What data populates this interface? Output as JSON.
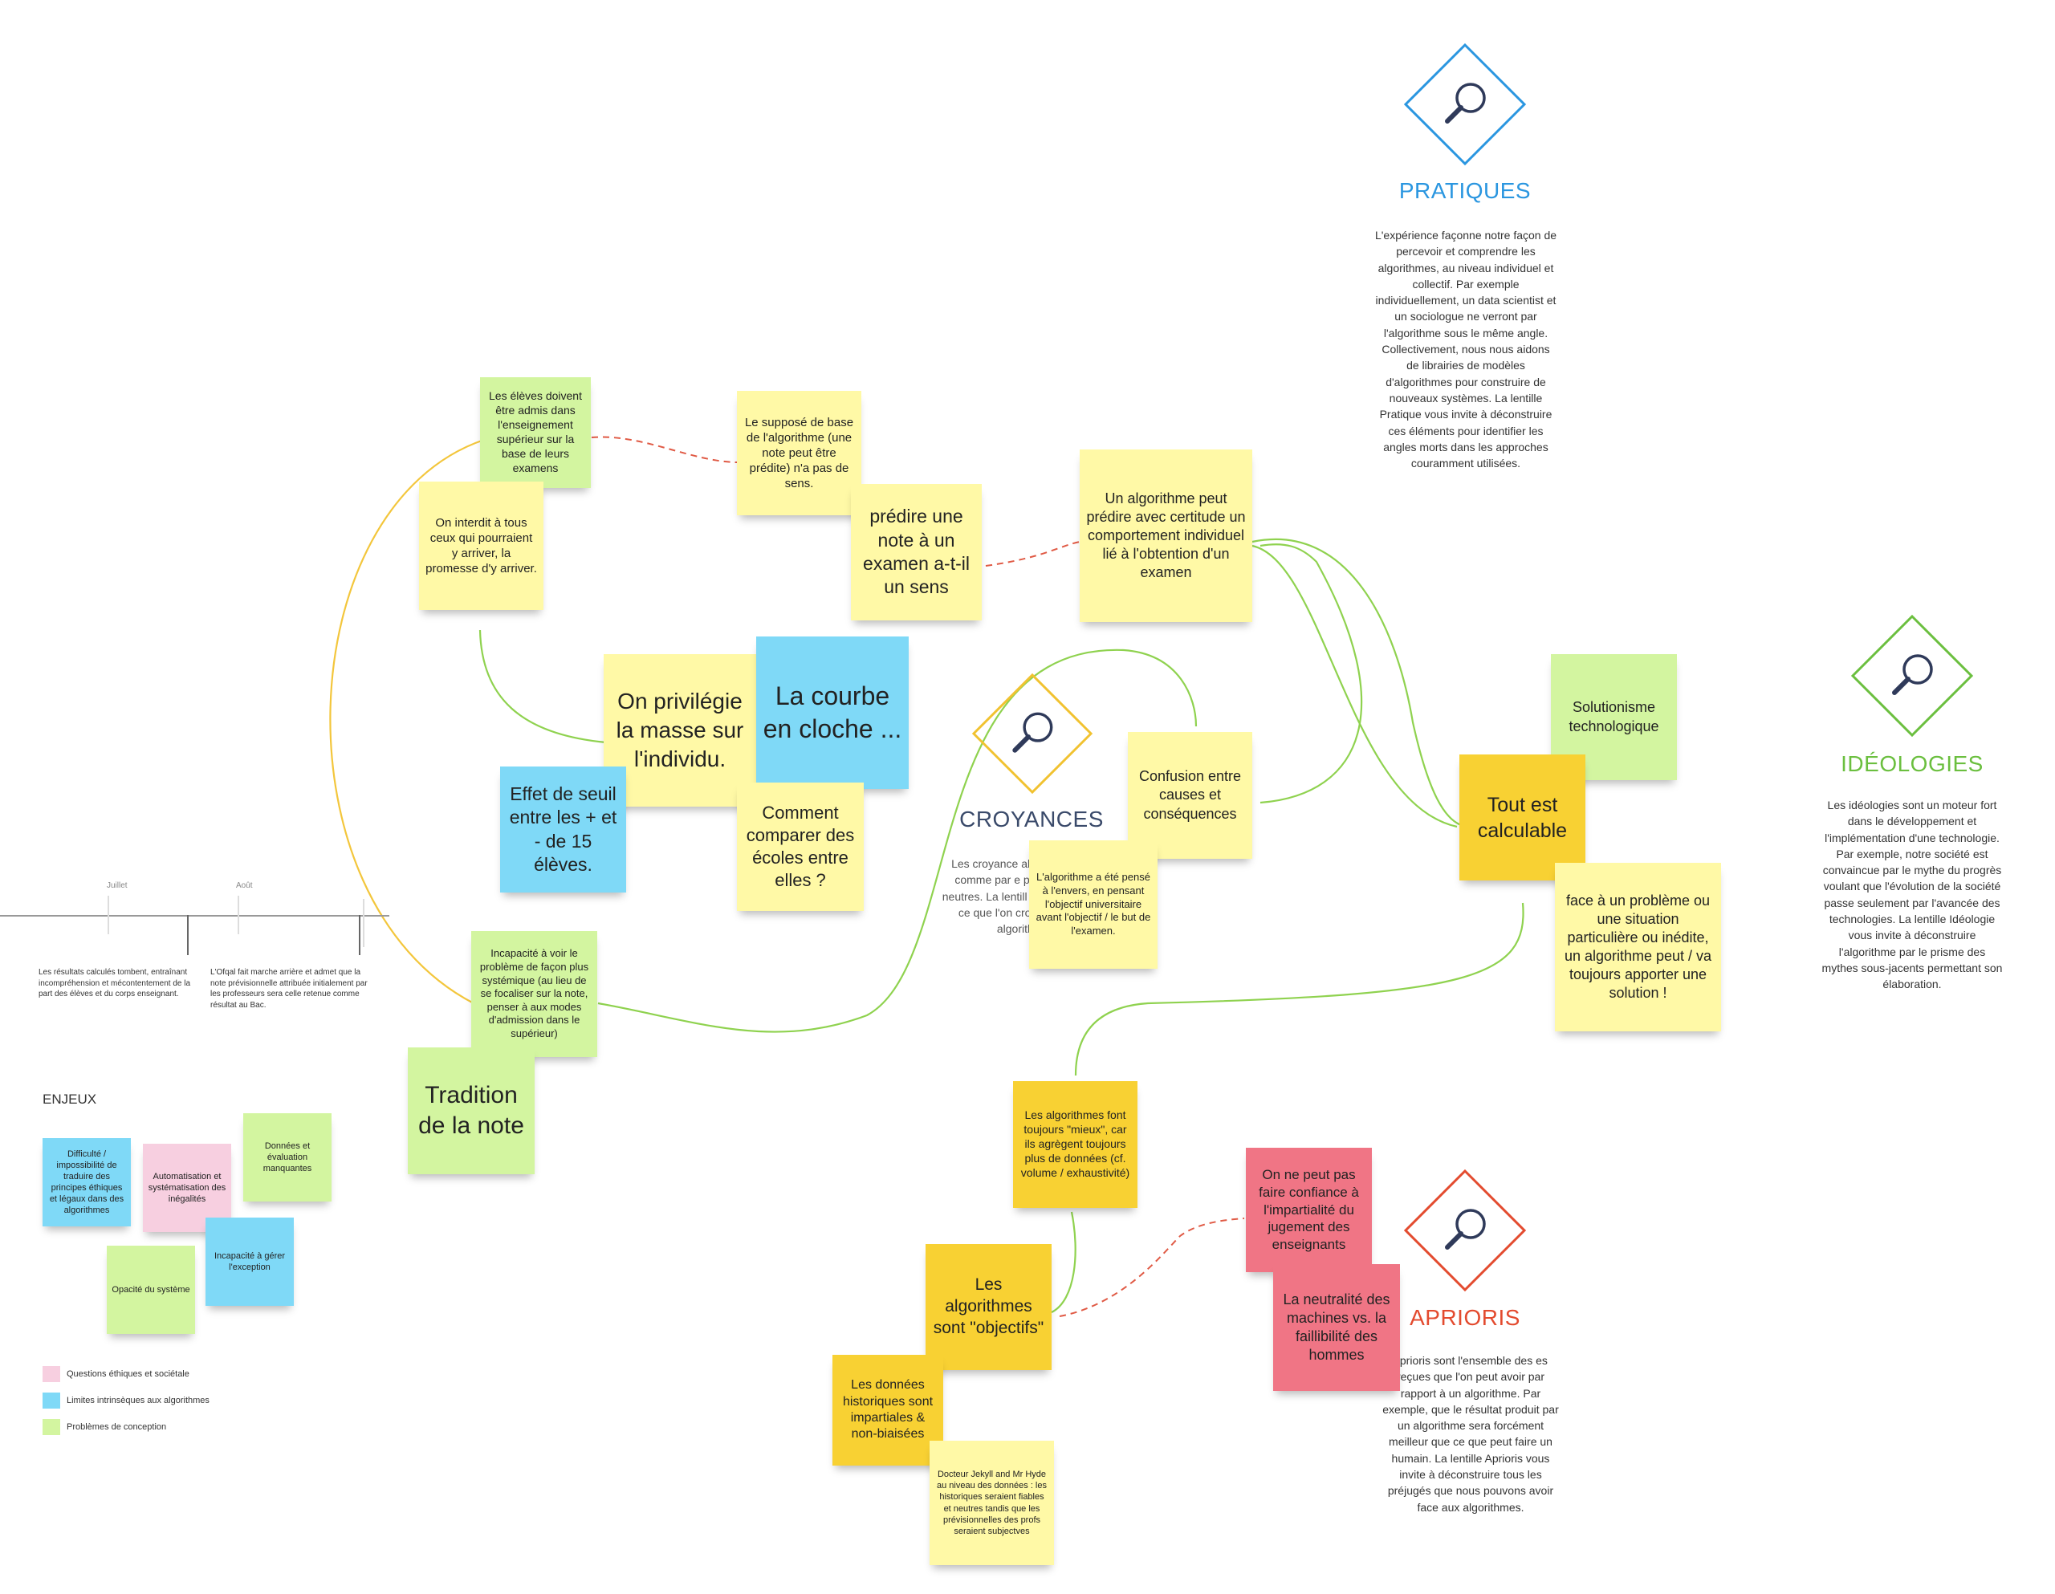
{
  "colors": {
    "pratiques": "#2a96e0",
    "ideologies": "#6bbf3f",
    "croyances": "#f1c230",
    "aprioris": "#e34b2f",
    "connector_yellow": "#f3c63c",
    "connector_green": "#8fd24f",
    "connector_red": "#e05a45",
    "magnifier": "#2f3a5a"
  },
  "lenses": {
    "pratiques": {
      "title": "PRATIQUES",
      "icon": "magnifier-icon",
      "description": "L'expérience façonne notre façon de percevoir et comprendre les algorithmes, au niveau individuel et collectif. Par exemple individuellement, un data scientist et un sociologue ne verront par l'algorithme sous le même angle. Collectivement, nous nous aidons de librairies de modèles d'algorithmes pour construire de nouveaux systèmes. La lentille Pratique vous invite à déconstruire ces éléments pour identifier les angles morts dans les approches couramment utilisées."
    },
    "ideologies": {
      "title": "IDÉOLOGIES",
      "icon": "magnifier-icon",
      "description": "Les idéologies sont un moteur fort dans le développement et l'implémentation d'une technologie. Par exemple, notre société est convaincue par le mythe du progrès voulant que l'évolution de la société passe seulement par l'avancée des technologies. La lentille Idéologie vous invite à déconstruire l'algorithme par le prisme des mythes sous-jacents permettant son élaboration."
    },
    "croyances": {
      "title": "CROYANCES",
      "icon": "magnifier-icon",
      "description": "Les croyance algorithmes sont comme par e pensant que ce neutres. La lentill invite à chercher ce que l'on cro vis-à-vis des algorithmes."
    },
    "aprioris": {
      "title": "APRIORIS",
      "icon": "magnifier-icon",
      "description": "aprioris sont l'ensemble des es reçues que l'on peut avoir par rapport à un algorithme. Par exemple, que le résultat produit par un algorithme sera forcément meilleur que ce que peut faire un humain. La lentille Aprioris vous invite à déconstruire tous les préjugés que nous pouvons avoir face aux algorithmes."
    }
  },
  "notes": {
    "admis": "Les élèves doivent être admis dans l'enseignement supérieur sur la base de leurs examens",
    "interdit": "On interdit à tous ceux qui pourraient y arriver, la promesse d'y arriver.",
    "suppose": "Le supposé de base de l'algorithme (une note peut être prédite) n'a pas de sens.",
    "predire": "prédire une note à un examen a-t-il un sens",
    "algo_predire": "Un algorithme peut prédire avec certitude un comportement individuel lié à l'obtention d'un examen",
    "masse": "On privilégie la masse sur l'individu.",
    "courbe": "La courbe en cloche ...",
    "seuil": "Effet de seuil entre les + et - de 15 élèves.",
    "comparer": "Comment comparer des écoles entre elles ?",
    "confusion": "Confusion entre causes et conséquences",
    "envers": "L'algorithme a été pensé à l'envers, en pensant l'objectif universitaire avant l'objectif / le but de l'examen.",
    "solutionisme": "Solutionisme technologique",
    "calculable": "Tout est calculable",
    "face": "face à un problème ou une situation particulière ou inédite, un algorithme peut / va toujours apporter une solution !",
    "incapacite": "Incapacité à voir le problème de façon plus systémique (au lieu de se focaliser sur la note, penser à aux modes d'admission dans le supérieur)",
    "tradition": "Tradition de la note",
    "mieux": "Les algorithmes font toujours \"mieux\", car ils agrègent toujours plus de données (cf. volume / exhaustivité)",
    "objectifs": "Les algorithmes sont \"objectifs\"",
    "historiques": "Les données historiques sont impartiales & non-biaisées",
    "jekyll": "Docteur Jekyll and Mr Hyde au niveau des données : les historiques seraient fiables et neutres tandis que les prévisionnelles des profs seraient subjectves",
    "confiance": "On ne peut pas faire confiance à l'impartialité du jugement des enseignants",
    "neutralite": "La neutralité des machines vs. la faillibilité des hommes"
  },
  "timeline": {
    "months": [
      "Juillet",
      "Août"
    ],
    "event_1": "Les résultats calculés tombent, entraînant incompréhension et mécontentement de la part des élèves et du corps enseignant.",
    "event_2": "L'Ofqal fait marche arrière et admet que la note prévisionnelle attribuée initialement par les professeurs sera celle retenue comme résultat au Bac."
  },
  "enjeux": {
    "title": "ENJEUX",
    "notes": {
      "difficulte": "Difficulté / impossibilité de traduire des principes éthiques et légaux dans des algorithmes",
      "automatisation": "Automatisation et systématisation des inégalités",
      "donnees": "Données et évaluation manquantes",
      "opacite": "Opacité du système",
      "exception": "Incapacité à gérer l'exception"
    },
    "legend": [
      {
        "label": "Questions éthiques et sociétale",
        "color": "#f7cfe0"
      },
      {
        "label": "Limites intrinsèques aux algorithmes",
        "color": "#7fd9f7"
      },
      {
        "label": "Problèmes de conception",
        "color": "#d3f5a0"
      }
    ]
  }
}
